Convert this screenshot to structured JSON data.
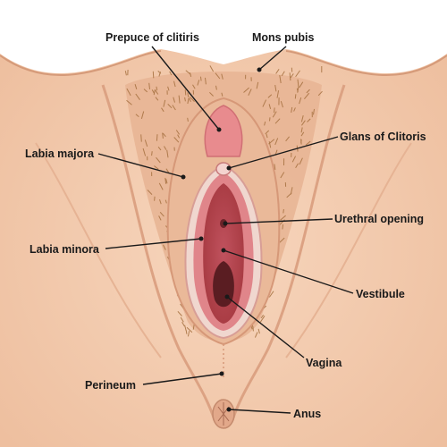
{
  "diagram": {
    "labels": {
      "prepuce": "Prepuce of clitiris",
      "mons_pubis": "Mons pubis",
      "labia_majora": "Labia majora",
      "glans_clitoris": "Glans of Clitoris",
      "urethral_opening": "Urethral opening",
      "labia_minora": "Labia minora",
      "vestibule": "Vestibule",
      "vagina": "Vagina",
      "perineum": "Perineum",
      "anus": "Anus"
    },
    "colors": {
      "background": "#ffffff",
      "skin": "#f3cdb0",
      "skin_shadow": "#dfa98a",
      "hair": "#a5703f",
      "labia_minora_outer": "#e0858a",
      "labia_minora_inner": "#c9545c",
      "vestibule": "#b84350",
      "vagina_opening": "#5a1d22"
    }
  }
}
